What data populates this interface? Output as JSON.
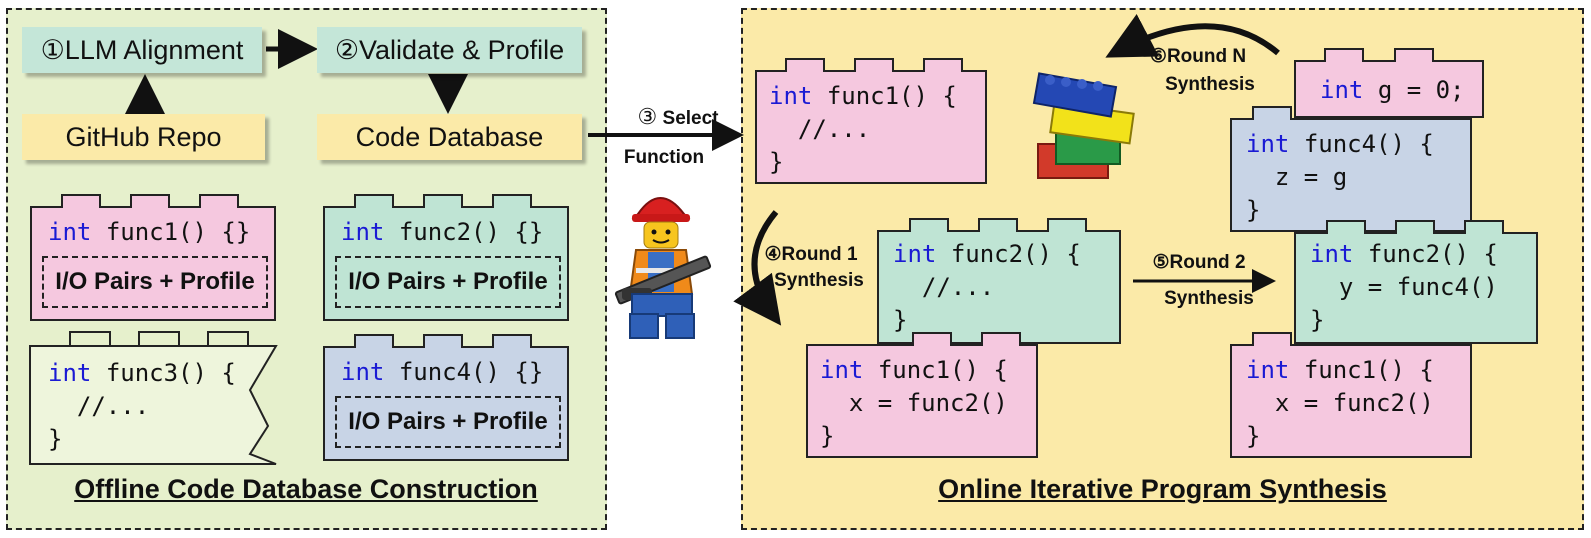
{
  "left_panel": {
    "title": "Offline Code Database Construction",
    "step1": "①LLM Alignment",
    "step2": "②Validate & Profile",
    "github": "GitHub Repo",
    "database": "Code Database",
    "io_label": "I/O Pairs + Profile",
    "db_func1": "func1() {}",
    "db_func2": "func2() {}",
    "db_func4": "func4() {}",
    "rej_func3": "func3() {",
    "rej_body": "  //...",
    "rej_close": "}"
  },
  "middle": {
    "step3_num": "③",
    "step3_l1": "Select",
    "step3_l2": "Function"
  },
  "right_panel": {
    "title": "Online Iterative Program Synthesis",
    "kw": "int",
    "r1_func1": "func1() {",
    "r1_body": "  //...",
    "close": "}",
    "r2_func2": "func2() {",
    "r2_body": "  //...",
    "r2_func1": "func1() {",
    "r2_func1_body": "  x = func2()",
    "r3_g": "g = 0;",
    "r3_func4": "func4() {",
    "r3_func4_body": "  z = g",
    "r3_func2": "func2() {",
    "r3_func2_body": "  y = func4()",
    "r3_func1": "func1() {",
    "r3_func1_body": "  x = func2()",
    "step4_l1": "④Round 1",
    "step4_l2": "Synthesis",
    "step5_l1": "⑤Round 2",
    "step5_l2": "Synthesis",
    "step6_l1": "⑥Round N",
    "step6_l2": "Synthesis"
  },
  "colors": {
    "left_bg": "#e6f0cc",
    "right_bg": "#fbeaa8",
    "pink": "#f5c8df",
    "green": "#bfe4d4",
    "blue": "#c8d4e6",
    "keyword": "#1a1ad4"
  },
  "icons": [
    "lego-bricks-icon",
    "lego-worker-icon"
  ]
}
